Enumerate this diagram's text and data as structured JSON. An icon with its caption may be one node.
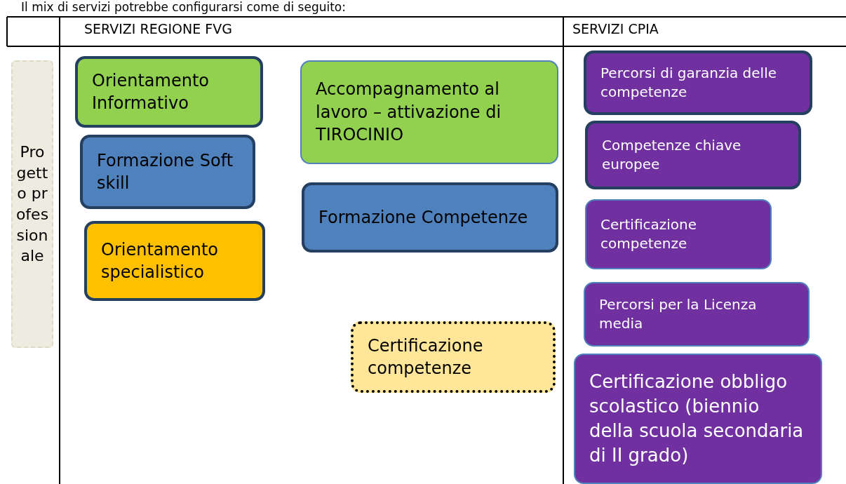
{
  "diagram": {
    "title": "Il mix di servizi potrebbe configurarsi come di seguito:",
    "nodes": [
      {
        "text": [
          "Progetto professionale"
        ]
      },
      {
        "text": [
          "Orientamento Informativo"
        ]
      },
      {
        "text": [
          "Accompagnamento al lavoro – attivazione di TIROCINIO"
        ]
      },
      {
        "text": [
          "Formazione Soft skill"
        ]
      },
      {
        "text": [
          "Formazione Competenze"
        ]
      },
      {
        "text": [
          "Orientamento specialistico"
        ]
      },
      {
        "text": [
          "Certificazione competenze"
        ]
      },
      {
        "text": [
          "Percorsi di garanzia delle competenze"
        ]
      },
      {
        "text": [
          "Competenze chiave europee"
        ]
      },
      {
        "text": [
          "Certificazione competenze"
        ]
      },
      {
        "text": [
          "Percorsi per la Licenza media"
        ]
      },
      {
        "text": [
          "Certificazione obbligo scolastico (biennio della scuola secondaria di II grado)"
        ]
      }
    ],
    "labels": [
      "SERVIZI REGIONE FVG",
      "SERVIZI CPIA"
    ]
  }
}
